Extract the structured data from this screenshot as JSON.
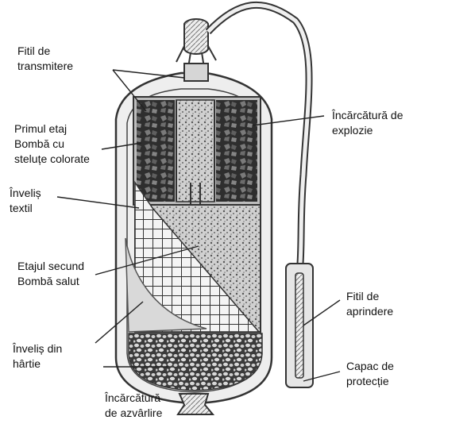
{
  "labels": {
    "transmission_fuse": "Fitil de\ntransmitere",
    "first_stage": "Primul etaj\nBombă cu\nsteluțe colorate",
    "textile_cover": "Înveliș\ntextil",
    "second_stage": "Etajul secund\nBombă salut",
    "paper_cover": "Înveliș din\nhârtie",
    "lift_charge": "Încărcătură\nde azvârlire",
    "burst_charge": "Încărcătură de\nexplozie",
    "ignition_fuse": "Fitil de\naprindere",
    "protective_cap": "Capac de\nprotecție"
  },
  "colors": {
    "ink": "#333333",
    "paper": "#d9d9d9",
    "dark_stars": "#3a3a3a",
    "speckle": "#b5b5b5",
    "body_fill": "#eeeeee"
  },
  "icons": {
    "shell": "firework-shell-cross-section-drawing"
  }
}
